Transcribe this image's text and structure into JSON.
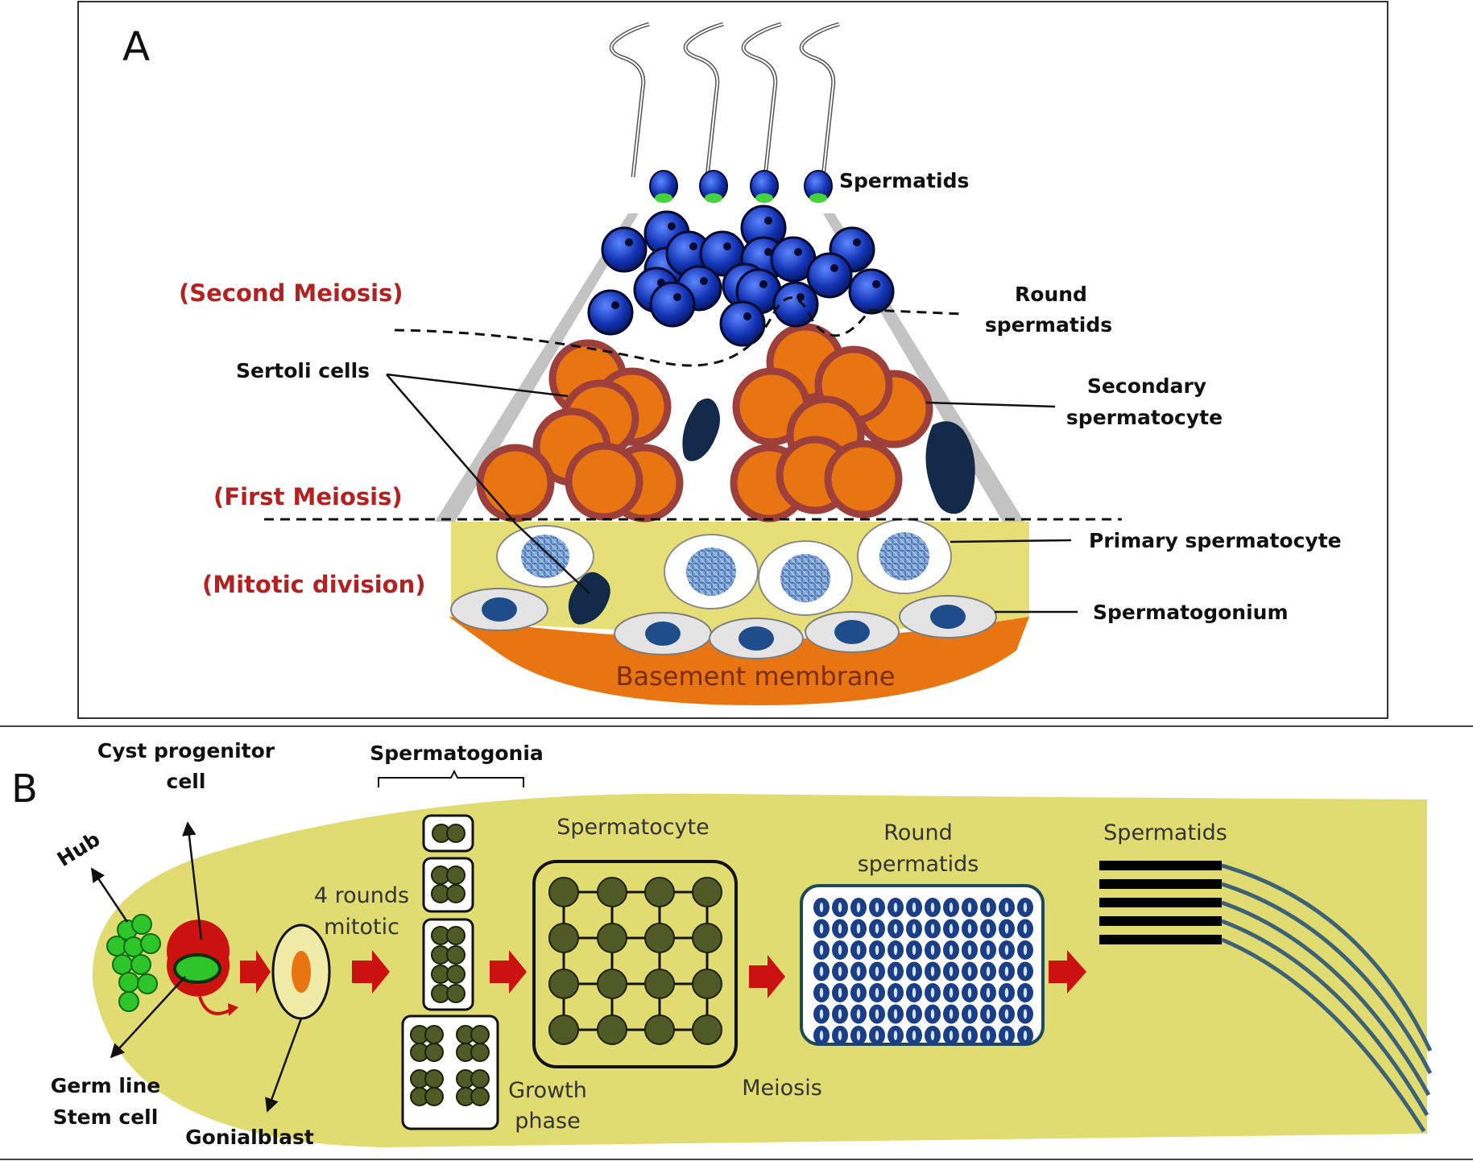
{
  "panel_a": {
    "letter": "A",
    "labels": {
      "spermatids": "Spermatids",
      "second_meiosis": "(Second Meiosis)",
      "round_spermatids_1": "Round",
      "round_spermatids_2": "spermatids",
      "sertoli_cells": "Sertoli cells",
      "secondary_spermatocyte_1": "Secondary",
      "secondary_spermatocyte_2": "spermatocyte",
      "first_meiosis": "(First Meiosis)",
      "primary_spermatocyte": "Primary spermatocyte",
      "mitotic_division": "(Mitotic division)",
      "spermatogonium": "Spermatogonium",
      "basement_membrane": "Basement membrane"
    }
  },
  "panel_b": {
    "letter": "B",
    "labels": {
      "cyst_progenitor_1": "Cyst progenitor",
      "cyst_progenitor_2": "cell",
      "hub": "Hub",
      "germline_1": "Germ line",
      "germline_2": "Stem cell",
      "gonialblast": "Gonialblast",
      "spermatogonia": "Spermatogonia",
      "rounds_1": "4 rounds",
      "rounds_2": "mitotic",
      "spermatocyte": "Spermatocyte",
      "growth_1": "Growth",
      "growth_2": "phase",
      "meiosis": "Meiosis",
      "round_spermatids_1": "Round",
      "round_spermatids_2": "spermatids",
      "spermatids": "Spermatids"
    }
  },
  "colors": {
    "yellow": "#e0dc72",
    "orange": "#e87511",
    "maroon": "#9d3f3a",
    "navy": "#0d2a8c",
    "dark_navy": "#12294a",
    "green": "#2ec52a",
    "olive": "#4f5a27",
    "red_arrow": "#cc1111",
    "label_red": "#b22222",
    "light_blue": "#7ea7da"
  }
}
